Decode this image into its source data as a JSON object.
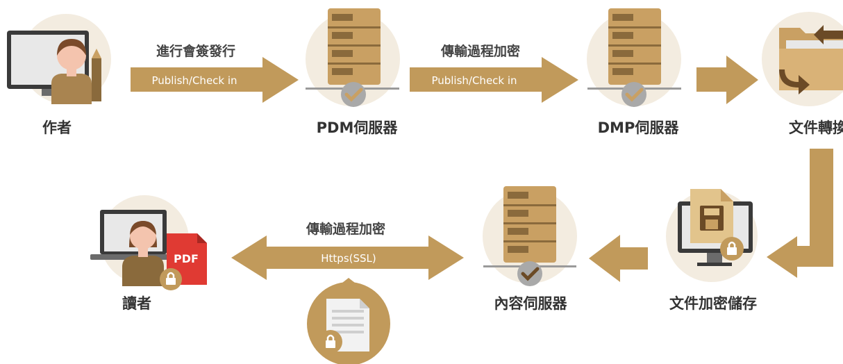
{
  "colors": {
    "arrow": "#C19A5B",
    "circle": "#F3ECE0",
    "server": "#C9A063",
    "server_dark": "#8A6A3C",
    "check": "#7A7A7A",
    "label_text": "#333333",
    "arrow_text": "#FFFFFF",
    "pdf_red": "#E03A33"
  },
  "nodes": {
    "author": {
      "label": "作者",
      "icon": "author-at-monitor-with-pencil-icon"
    },
    "pdm": {
      "label": "PDM伺服器",
      "icon": "server-with-check-icon"
    },
    "dmp": {
      "label": "DMP伺服器",
      "icon": "server-with-check-icon"
    },
    "convert": {
      "label": "文件轉換",
      "icon": "folder-with-arrows-icon"
    },
    "encrypt": {
      "label": "文件加密儲存",
      "icon": "monitor-save-lock-icon"
    },
    "content": {
      "label": "內容伺服器",
      "icon": "server-with-check-icon"
    },
    "reader": {
      "label": "讀者",
      "icon": "reader-laptop-pdf-lock-icon"
    },
    "locked_doc": {
      "icon": "locked-document-icon"
    }
  },
  "arrows": {
    "a1": {
      "title": "進行會簽發行",
      "banner": "Publish/Check in"
    },
    "a2": {
      "title": "傳輸過程加密",
      "banner": "Publish/Check in"
    },
    "a3": {
      "title": "傳輸過程加密",
      "banner": "Https(SSL)"
    }
  }
}
